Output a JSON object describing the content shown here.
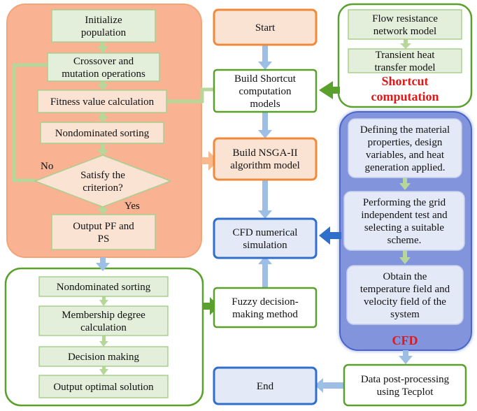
{
  "colors": {
    "orange_panel": "#f9b393",
    "orange_box": "#fbe3d4",
    "orange_border": "#f08a3b",
    "green_border": "#5aa02c",
    "green_box": "#e3eedb",
    "blue_panel": "#7b8fd9",
    "blue_box": "#e4e9f7",
    "blue_border": "#2f6fc9",
    "arrow_blue": "#9dbfe6",
    "arrow_green": "#b7d79a",
    "arrow_orange": "#f7b98c",
    "label_red": "#e01818"
  },
  "nsga": {
    "initialize": [
      "Initialize",
      "population"
    ],
    "crossover": [
      "Crossover and",
      "mutation operations"
    ],
    "fitness": [
      "Fitness value calculation"
    ],
    "nondominated": [
      "Nondominated sorting"
    ],
    "criterion": [
      "Satisfy the",
      "criterion?"
    ],
    "no_label": "No",
    "yes_label": "Yes",
    "output": [
      "Output PF and",
      "PS"
    ]
  },
  "fuzzy": {
    "nondominated": [
      "Nondominated sorting"
    ],
    "membership": [
      "Membership degree",
      "calculation"
    ],
    "decision": [
      "Decision making"
    ],
    "output": [
      "Output optimal solution"
    ]
  },
  "main": {
    "start": [
      "Start"
    ],
    "build_shortcut": [
      "Build Shortcut",
      "computation",
      "models"
    ],
    "build_nsga": [
      "Build NSGA-II",
      "algorithm model"
    ],
    "cfd_sim": [
      "CFD numerical",
      "simulation"
    ],
    "fuzzy_method": [
      "Fuzzy decision-",
      "making method"
    ],
    "end": [
      "End"
    ]
  },
  "shortcut": {
    "flow": [
      "Flow resistance",
      "network model"
    ],
    "transient": [
      "Transient heat",
      "transfer model"
    ],
    "title": [
      "Shortcut",
      "computation"
    ]
  },
  "cfd": {
    "defining": [
      "Defining the material",
      "properties, design",
      "variables, and heat",
      "generation applied."
    ],
    "grid": [
      "Performing the grid",
      "independent test and",
      "selecting a suitable",
      "scheme."
    ],
    "obtain": [
      "Obtain the",
      "temperature field and",
      "velocity field of the",
      "system"
    ],
    "title": [
      "CFD"
    ]
  },
  "post": [
    "Data post-processing",
    "using Tecplot"
  ]
}
